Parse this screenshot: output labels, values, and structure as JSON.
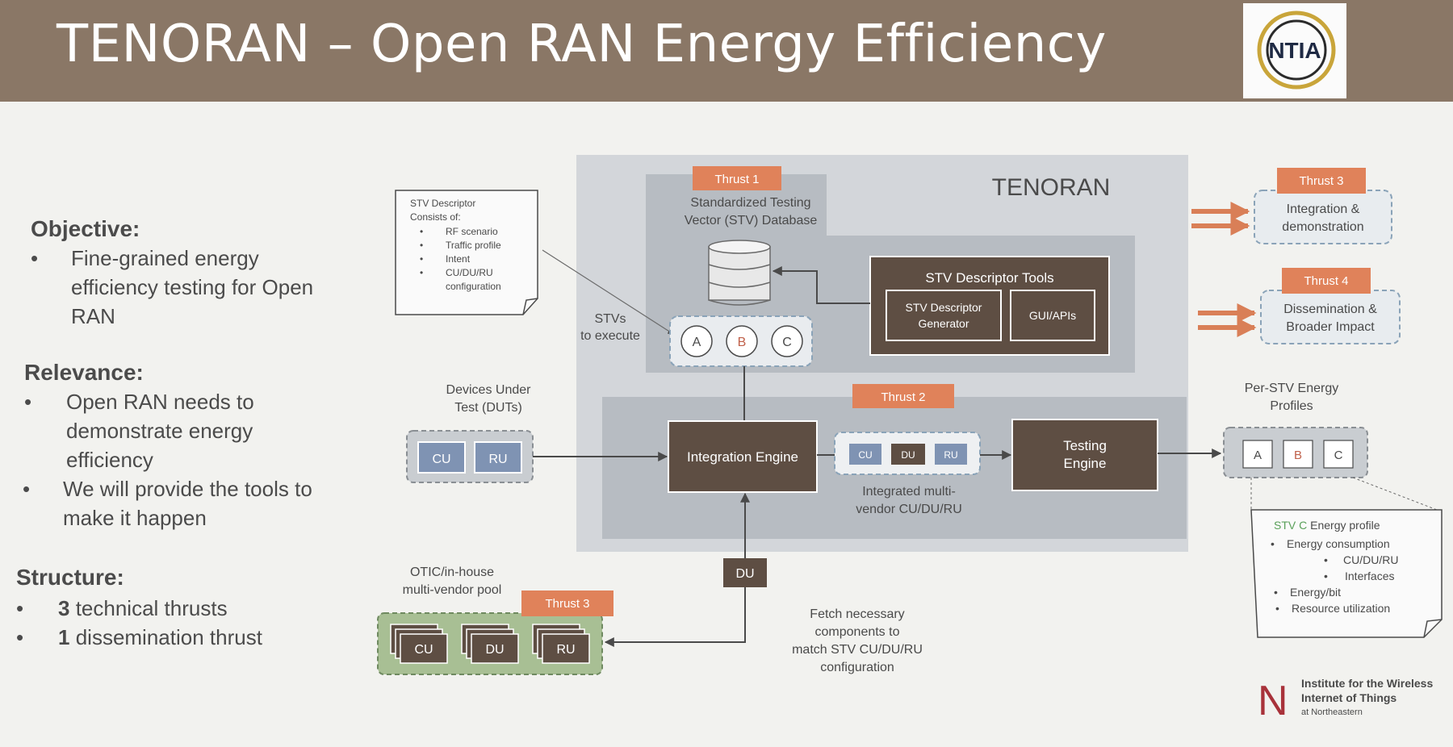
{
  "slide": {
    "title": "TENORAN – Open RAN Energy Efficiency",
    "logo_text": "NTIA",
    "colors": {
      "header": "#8a7766",
      "accent_orange": "#e0825a",
      "dark_box": "#5e4e43",
      "blue_box": "#7f93b3",
      "green_pool": "#a8bf94",
      "gray_panel": "#b7bcc2"
    }
  },
  "left": {
    "objective": {
      "heading": "Objective:",
      "bullets": [
        "Fine-grained energy efficiency testing for Open RAN"
      ]
    },
    "relevance": {
      "heading": "Relevance:",
      "bullets": [
        "Open RAN needs to demonstrate energy efficiency",
        "We will provide the tools to make it happen"
      ]
    },
    "structure": {
      "heading": "Structure:",
      "bullets": [
        {
          "num": "3",
          "text": "technical thrusts"
        },
        {
          "num": "1",
          "text": "dissemination thrust"
        }
      ]
    }
  },
  "diagram": {
    "tenoran_label": "TENORAN",
    "thrust1": {
      "badge": "Thrust 1",
      "line1": "Standardized Testing",
      "line2": "Vector (STV) Database"
    },
    "stv_descriptor_note": {
      "title": "STV Descriptor",
      "subtitle": "Consists of:",
      "items": [
        "RF scenario",
        "Traffic profile",
        "Intent",
        "CU/DU/RU"
      ],
      "item_cont": "configuration"
    },
    "stvs_label": {
      "line1": "STVs",
      "line2": "to execute"
    },
    "stv_circles": [
      "A",
      "B",
      "C"
    ],
    "descriptor_tools": {
      "title": "STV Descriptor Tools",
      "generator_line1": "STV Descriptor",
      "generator_line2": "Generator",
      "gui": "GUI/APIs"
    },
    "thrust2": {
      "badge": "Thrust 2"
    },
    "duts": {
      "line1": "Devices Under",
      "line2": "Test (DUTs)",
      "cu": "CU",
      "ru": "RU"
    },
    "integration_engine": "Integration Engine",
    "integrated": {
      "cu": "CU",
      "du": "DU",
      "ru": "RU",
      "line1": "Integrated multi-",
      "line2": "vendor CU/DU/RU"
    },
    "testing_engine": {
      "line1": "Testing",
      "line2": "Engine"
    },
    "du_box": "DU",
    "pool": {
      "line1": "OTIC/in-house",
      "line2": "multi-vendor pool",
      "badge": "Thrust 3",
      "cu": "CU",
      "du": "DU",
      "ru": "RU"
    },
    "fetch": {
      "line1": "Fetch necessary",
      "line2": "components to",
      "line3": "match STV CU/DU/RU",
      "line4": "configuration"
    },
    "thrust3_right": {
      "badge": "Thrust 3",
      "line1": "Integration &",
      "line2": "demonstration"
    },
    "thrust4": {
      "badge": "Thrust 4",
      "line1": "Dissemination &",
      "line2": "Broader Impact"
    },
    "profiles": {
      "line1": "Per-STV Energy",
      "line2": "Profiles",
      "cards": [
        "A",
        "B",
        "C"
      ]
    },
    "energy_note": {
      "title_accent": "STV C",
      "title_rest": " Energy profile",
      "lines": [
        "Energy consumption",
        "CU/DU/RU",
        "Interfaces",
        "Energy/bit",
        "Resource utilization"
      ]
    }
  },
  "footer": {
    "line1": "Institute for the Wireless",
    "line2": "Internet of Things",
    "line3": "at Northeastern",
    "letter": "N"
  }
}
